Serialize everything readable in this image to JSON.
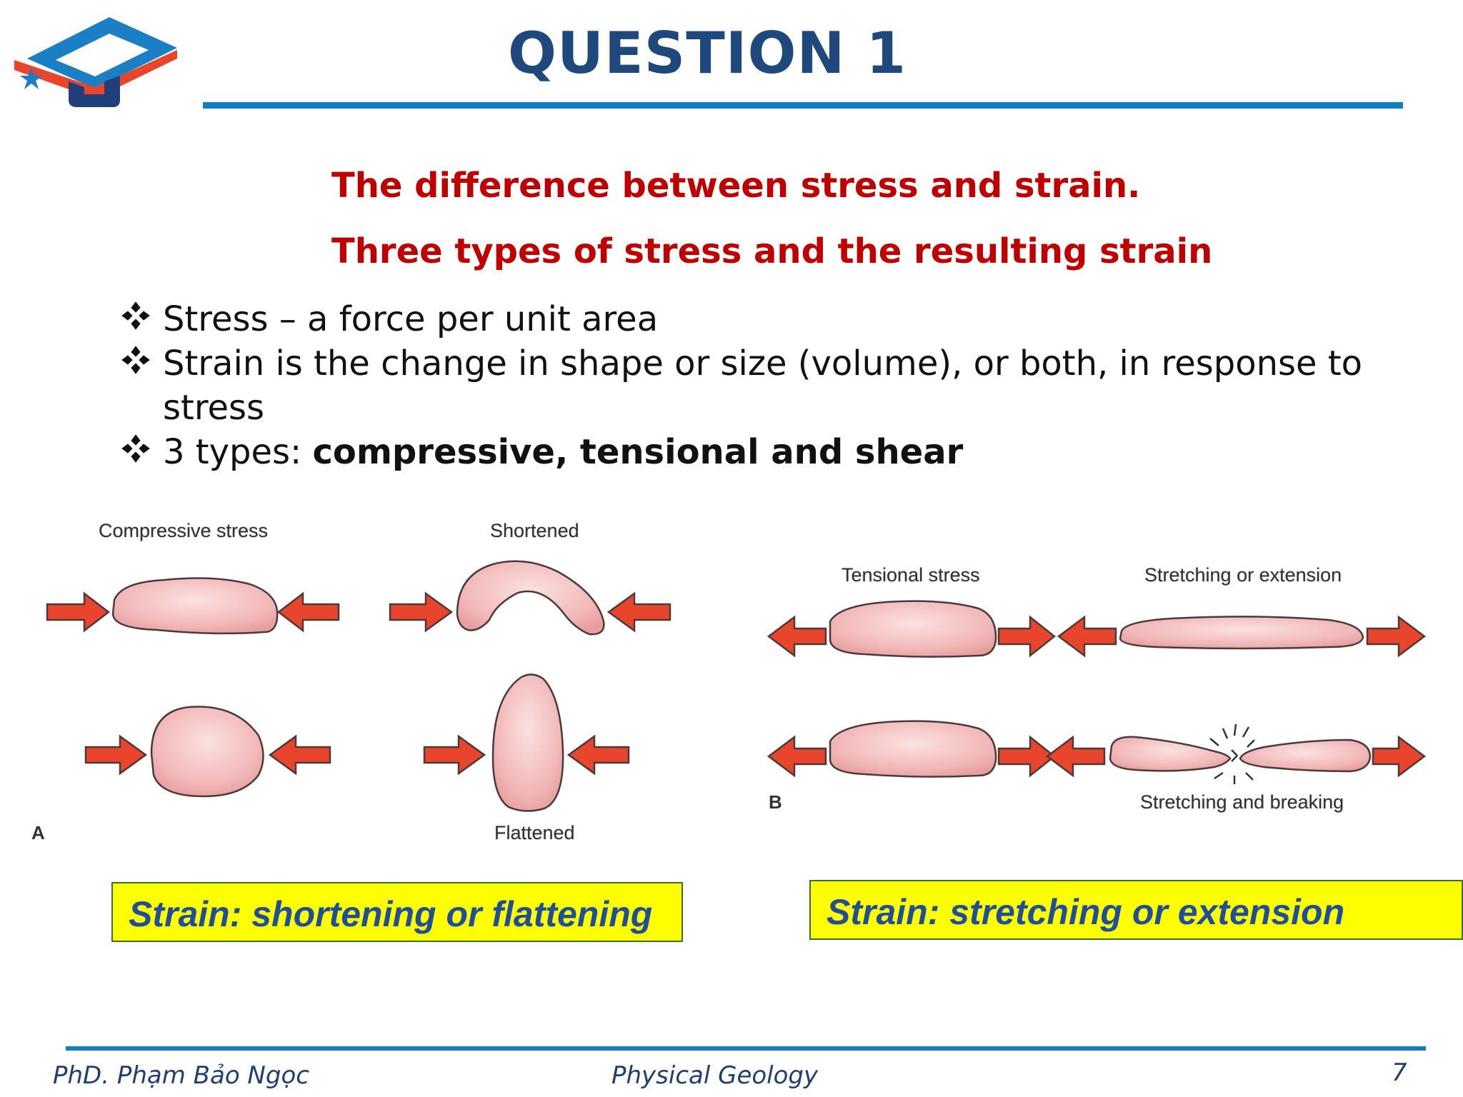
{
  "slide": {
    "title": "QUESTION 1",
    "subtitles": [
      "The difference between stress and strain.",
      "Three types of stress and the resulting strain"
    ],
    "bullets": [
      {
        "text": "Stress – a force per unit area"
      },
      {
        "text": "Strain is the change in shape or size (volume), or both, in response to stress"
      },
      {
        "prefix": "3 types: ",
        "bold": "compressive, tensional and shear"
      }
    ]
  },
  "figure": {
    "panel_a": {
      "letter": "A",
      "labels": {
        "compressive_stress": "Compressive stress",
        "shortened": "Shortened",
        "flattened": "Flattened"
      }
    },
    "panel_b": {
      "letter": "B",
      "labels": {
        "tensional_stress": "Tensional stress",
        "stretching_extension": "Stretching or extension",
        "stretching_breaking": "Stretching and breaking"
      }
    },
    "colors": {
      "arrow_fill": "#e8452c",
      "rock_fill": "#f2b8b8",
      "rock_outline": "#4a3a3a"
    }
  },
  "callouts": {
    "left": "Strain: shortening or flattening",
    "right": "Strain: stretching or extension"
  },
  "footer": {
    "author": "PhD. Phạm Bảo Ngọc",
    "course": "Physical Geology",
    "page": "7"
  },
  "branding": {
    "logo_icon": "graduation-cap-logo-icon",
    "logo_colors": [
      "#1a7fc4",
      "#e8452c",
      "#21407a"
    ]
  }
}
